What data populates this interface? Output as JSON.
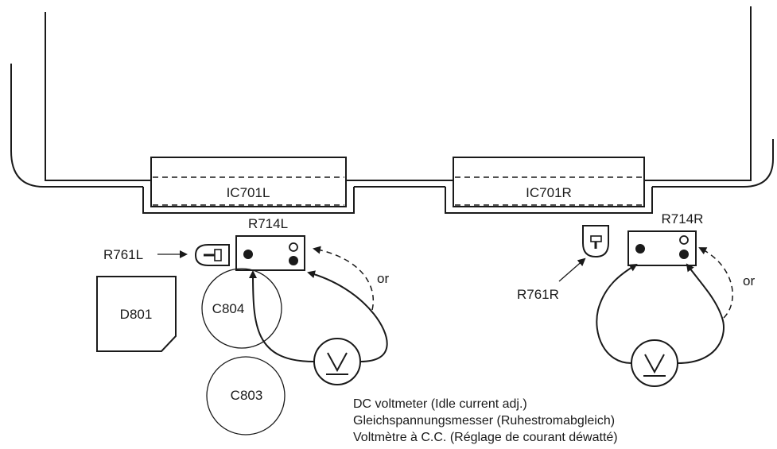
{
  "labels": {
    "ic_left": "IC701L",
    "ic_right": "IC701R",
    "r714_left": "R714L",
    "r714_right": "R714R",
    "r761_left": "R761L",
    "r761_right": "R761R",
    "d801": "D801",
    "c804": "C804",
    "c803": "C803",
    "or_left": "or",
    "or_right": "or"
  },
  "caption": [
    "DC voltmeter (Idle current adj.)",
    "Gleichspannungsmesser (Ruhestromabgleich)",
    "Voltmètre à C.C. (Réglage de courant déwatté)"
  ],
  "icons": {
    "voltmeter": "voltmeter-icon",
    "trimmer": "trimmer-icon",
    "arrow": "arrow-icon"
  }
}
